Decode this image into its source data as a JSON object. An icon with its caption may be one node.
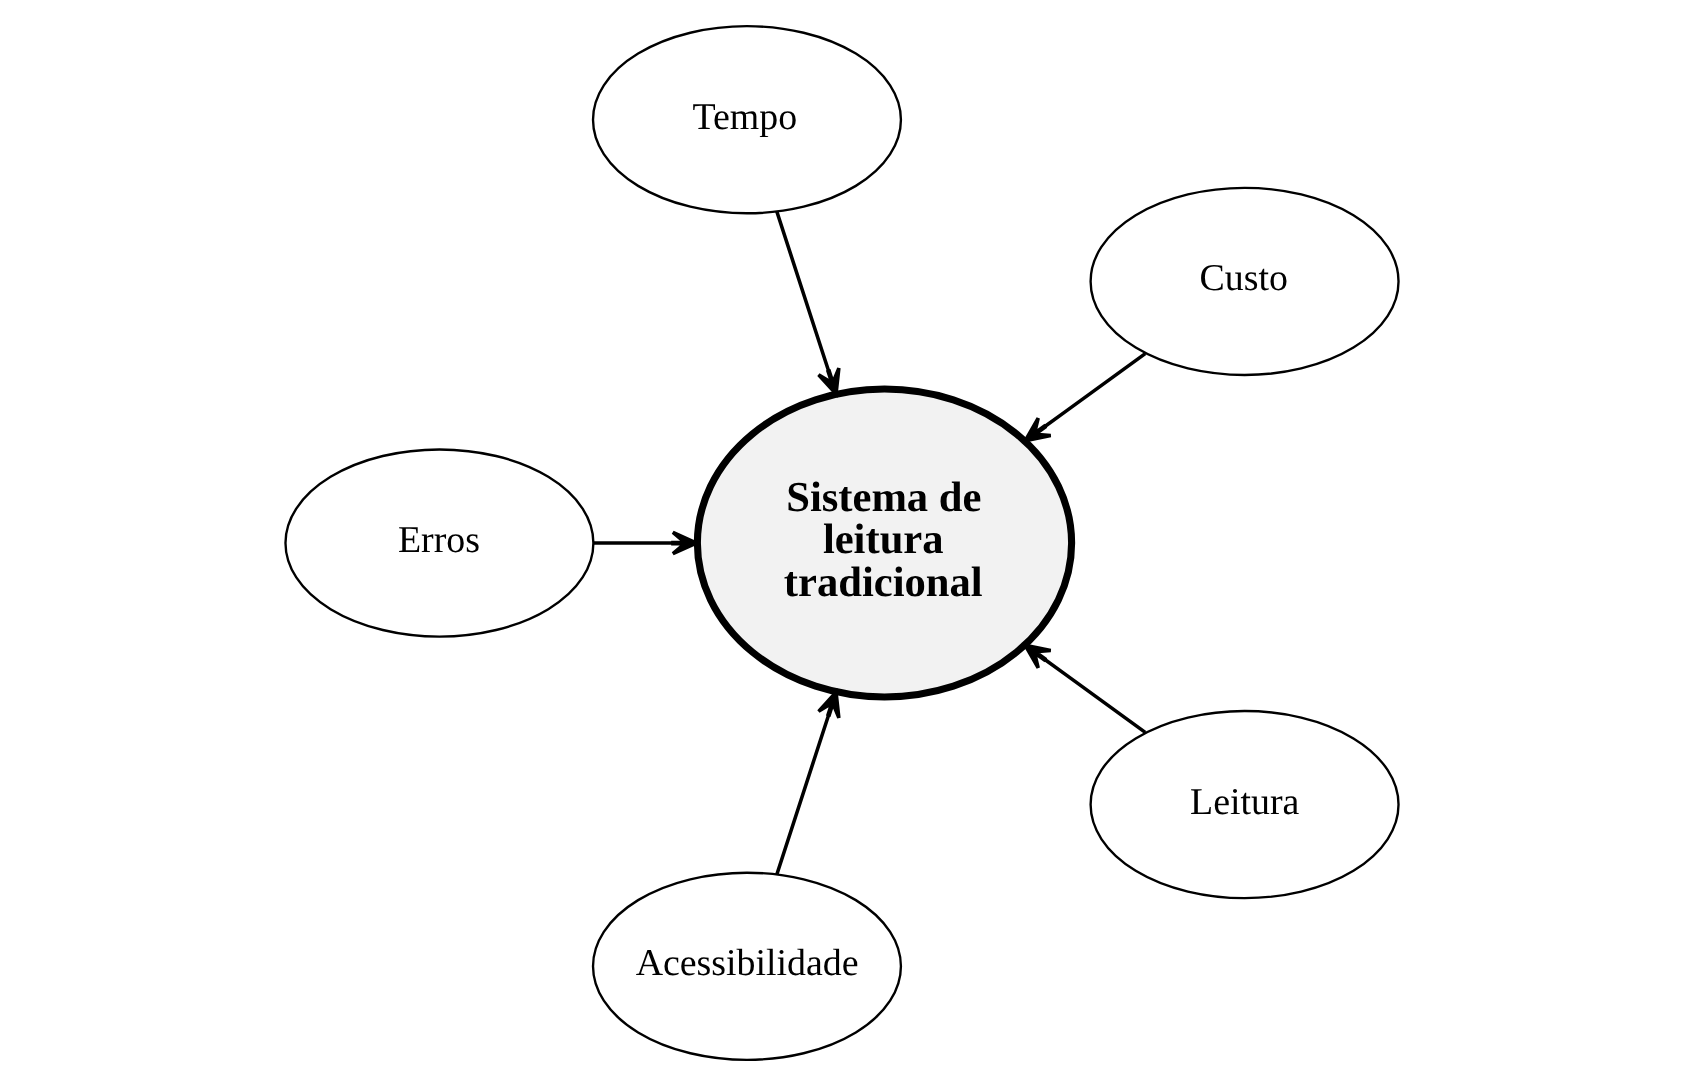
{
  "diagram": {
    "nodes": [
      {
        "text": [
          "Sistema de leitura tradicional"
        ]
      },
      {
        "text": [
          "Custo"
        ]
      },
      {
        "text": [
          "Tempo"
        ]
      },
      {
        "text": [
          "Erros"
        ]
      },
      {
        "text": [
          "Acessibilidade"
        ]
      },
      {
        "text": [
          "Leitura"
        ]
      }
    ],
    "edges": [
      {
        "from": 1,
        "to": 0,
        "arrow": "to"
      },
      {
        "from": 2,
        "to": 0,
        "arrow": "to"
      },
      {
        "from": 3,
        "to": 0,
        "arrow": "to"
      },
      {
        "from": 4,
        "to": 0,
        "arrow": "to"
      },
      {
        "from": 5,
        "to": 0,
        "arrow": "to"
      }
    ]
  }
}
